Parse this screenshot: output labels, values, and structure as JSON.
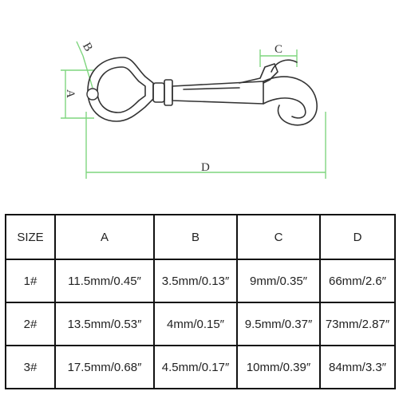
{
  "diagram": {
    "labels": {
      "a": "A",
      "b": "B",
      "c": "C",
      "d": "D"
    },
    "colors": {
      "dimension": "#7fd67f",
      "outline": "#333333"
    }
  },
  "table": {
    "headers": [
      "SIZE",
      "A",
      "B",
      "C",
      "D"
    ],
    "rows": [
      [
        "1#",
        "11.5mm/0.45″",
        "3.5mm/0.13″",
        "9mm/0.35″",
        "66mm/2.6″"
      ],
      [
        "2#",
        "13.5mm/0.53″",
        "4mm/0.15″",
        "9.5mm/0.37″",
        "73mm/2.87″"
      ],
      [
        "3#",
        "17.5mm/0.68″",
        "4.5mm/0.17″",
        "10mm/0.39″",
        "84mm/3.3″"
      ]
    ]
  }
}
